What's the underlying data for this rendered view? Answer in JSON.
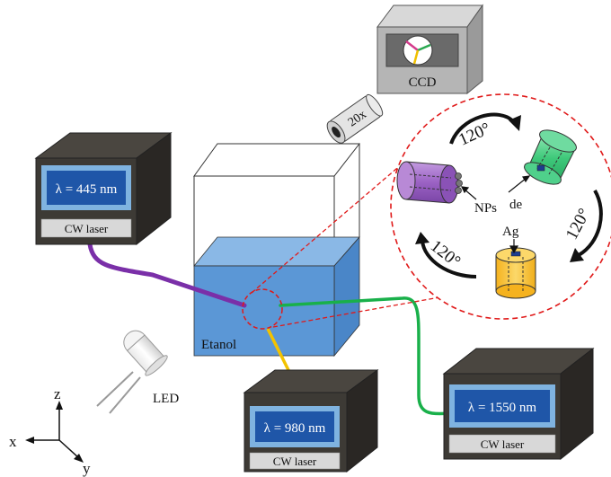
{
  "lasers": {
    "blue": {
      "wavelength": "λ = 445 nm",
      "label": "CW laser",
      "beam_color": "#7a2fa8"
    },
    "nir980": {
      "wavelength": "λ = 980 nm",
      "label": "CW laser",
      "beam_color": "#f2c200"
    },
    "ir1550": {
      "wavelength": "λ = 1550 nm",
      "label": "CW laser",
      "beam_color": "#19b04a"
    }
  },
  "camera": {
    "label": "CCD"
  },
  "objective": {
    "label": "20x"
  },
  "cuvette": {
    "label": "Etanol",
    "liquid_color": "#5b97d6"
  },
  "led": {
    "label": "LED"
  },
  "inset": {
    "angle_top": "120°",
    "angle_right": "120°",
    "angle_left": "120°",
    "np_line1": "NPs",
    "np_line2": "de",
    "np_line3": "Ag",
    "fiber_colors": {
      "purple": "#9b62c4",
      "green": "#3ec97a",
      "yellow": "#f6c84a"
    }
  },
  "axes": {
    "x": "x",
    "y": "y",
    "z": "z"
  },
  "colors": {
    "box_dark": "#3d3a35",
    "box_face": "#2e2b27",
    "screen": "#1f56a8",
    "screen_border": "#7fb3e0",
    "dashed": "#e01919"
  }
}
